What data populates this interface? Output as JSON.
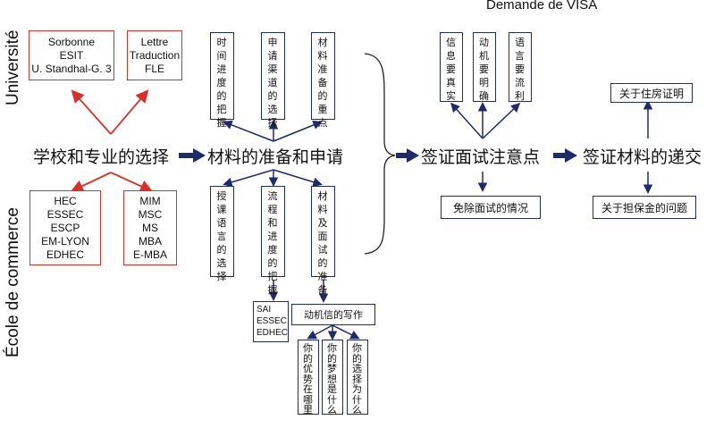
{
  "side_labels": {
    "universite": "Université",
    "ecole": "École de commerce"
  },
  "title": "Demande de VISA",
  "universite_boxes": [
    [
      "Sorbonne",
      "ESIT",
      "U. Standhal-G. 3"
    ],
    [
      "Lettre",
      "Traduction",
      "FLE"
    ]
  ],
  "ecole_boxes": [
    [
      "HEC",
      "ESSEC",
      "ESCP",
      "EM-LYON",
      "EDHEC"
    ],
    [
      "MIM",
      "MSC",
      "MS",
      "MBA",
      "E-MBA"
    ]
  ],
  "main_nodes": {
    "school_choice": "学校和专业的选择",
    "materials": "材料的准备和申请",
    "interview": "签证面试注意点",
    "submit": "签证材料的递交"
  },
  "materials_top": [
    "时间进度的把握",
    "申请渠道的选择",
    "材料准备的重点"
  ],
  "materials_bottom": [
    "授课语言的选择",
    "流程和进度的把握",
    "材料及面试的准备"
  ],
  "sai_list": [
    "SAI",
    "ESSEC",
    "EDHEC"
  ],
  "motivation_letter": "动机信的写作",
  "motivation_questions": [
    "你的优势在哪里",
    "你的梦想是什么",
    "你的选择为什么"
  ],
  "interview_top": [
    "信息要真实",
    "动机要明确",
    "语言要流利"
  ],
  "interview_bottom": "免除面试的情况",
  "submit_top": "关于住房证明",
  "submit_bottom": "关于担保金的问题",
  "colors": {
    "red": "#d9302a",
    "navy": "#1f2a6b"
  }
}
